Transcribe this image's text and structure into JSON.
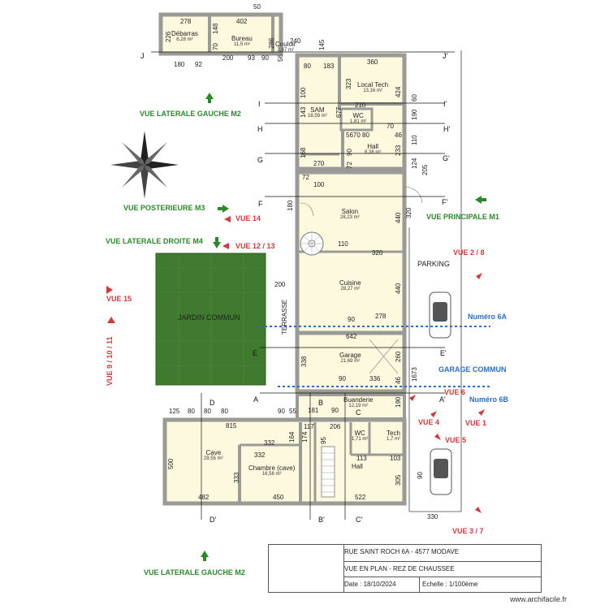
{
  "rooms": [
    {
      "name": "Débarras",
      "area": "6,28 m²"
    },
    {
      "name": "Bureau",
      "area": "11,5 m²"
    },
    {
      "name": "Couloir",
      "area": "2,87 m²"
    },
    {
      "name": "Local Tech",
      "area": "13,16 m²"
    },
    {
      "name": "SAM",
      "area": "18,59 m²"
    },
    {
      "name": "WC",
      "area": "1,81 m²"
    },
    {
      "name": "Hall",
      "area": "8,38 m²"
    },
    {
      "name": "Salon",
      "area": "28,23 m²"
    },
    {
      "name": "Cuisine",
      "area": "28,27 m²"
    },
    {
      "name": "Garage",
      "area": "21,69 m²"
    },
    {
      "name": "Buanderie",
      "area": "12,19 m²"
    },
    {
      "name": "Cave",
      "area": "29,55 m²"
    },
    {
      "name": "Chambre (cave)",
      "area": "16,56 m²"
    },
    {
      "name": "WC",
      "area": "1,71 m²"
    },
    {
      "name": "Tech",
      "area": "1,7 m²"
    },
    {
      "name": "Hall",
      "area": ""
    }
  ],
  "labels": {
    "jardin": "JARDIN COMMUN",
    "terrasse": "TERRASSE",
    "parking": "PARKING",
    "garage_commun": "GARAGE COMMUN",
    "numero_6a": "Numéro 6A",
    "numero_6b": "Numéro 6B"
  },
  "views": {
    "lat_gauche_top": "VUE LATERALE GAUCHE M2",
    "lat_gauche_bottom": "VUE LATERALE GAUCHE M2",
    "posterieure": "VUE POSTERIEURE M3",
    "lat_droite": "VUE LATERALE DROITE M4",
    "principale": "VUE PRINCIPALE M1",
    "v14": "VUE 14",
    "v12_13": "VUE 12 / 13",
    "v15": "VUE 15",
    "v9_10_11": "VUE 9 / 10 / 11",
    "v2_8": "VUE 2 / 8",
    "v6": "VUE 6",
    "v4": "VUE 4",
    "v1": "VUE 1",
    "v5": "VUE 5",
    "v3_7": "VUE 3 / 7"
  },
  "sections": {
    "J": "J",
    "J2": "J'",
    "I": "I",
    "I2": "I'",
    "H": "H",
    "H2": "H'",
    "G": "G",
    "G2": "G'",
    "F": "F",
    "F2": "F'",
    "E": "E",
    "E2": "E'",
    "A": "A",
    "A2": "A'",
    "B": "B",
    "B2": "B'",
    "C": "C",
    "C2": "C'",
    "D": "D",
    "D2": "D'"
  },
  "dims": {
    "d50": "50",
    "d278": "278",
    "d402": "402",
    "d226": "226",
    "d148": "148",
    "d70": "70",
    "d286": "286",
    "d240": "240",
    "d145": "145",
    "d180": "180",
    "d92": "92",
    "d200": "200",
    "d93": "93",
    "d90": "90",
    "d56": "56",
    "d80": "80",
    "d183": "183",
    "d360": "360",
    "d323": "323",
    "d424": "424",
    "d100": "100",
    "d143": "143",
    "d677": "677",
    "d210": "210",
    "d190": "190",
    "d60": "60",
    "d46": "46",
    "d168": "168",
    "d233": "233",
    "d110": "110",
    "d270": "270",
    "d72": "72",
    "d124": "124",
    "d205": "205",
    "d72b": "72",
    "d100b": "100",
    "d440": "440",
    "d320": "320",
    "d320b": "320",
    "d110b": "110",
    "d440b": "440",
    "d278b": "278",
    "d642": "642",
    "d338": "338",
    "d260": "260",
    "d336": "336",
    "d1673": "1673",
    "d46b": "46",
    "d125": "125",
    "d55": "55",
    "d181": "181",
    "d815": "815",
    "d117": "117",
    "d206": "206",
    "d164": "164",
    "d174": "174",
    "d95": "95",
    "d332": "332",
    "d332b": "332",
    "d113": "113",
    "d103": "103",
    "d500": "500",
    "d333": "333",
    "d305": "305",
    "d482": "482",
    "d450": "450",
    "d522": "522",
    "d330": "330",
    "d90v": "90",
    "d200t": "200",
    "d180s": "180",
    "d56b": "5670 80"
  },
  "title_block": {
    "address": "RUE SAINT ROCH 6A - 4577 MODAVE",
    "view": "VUE EN PLAN - REZ DE CHAUSSEE",
    "date": "Date : 18/10/2024",
    "scale": "Echelle : 1/100ème"
  },
  "watermark": "www.archifacile.fr",
  "colors": {
    "floor": "#fcf9de",
    "wall": "#9a9a96",
    "garden": "#3f7a2e",
    "green": "#2a8a2a",
    "red": "#d23a3a",
    "blue": "#2a6fc9",
    "logo": "#f5a52a"
  }
}
